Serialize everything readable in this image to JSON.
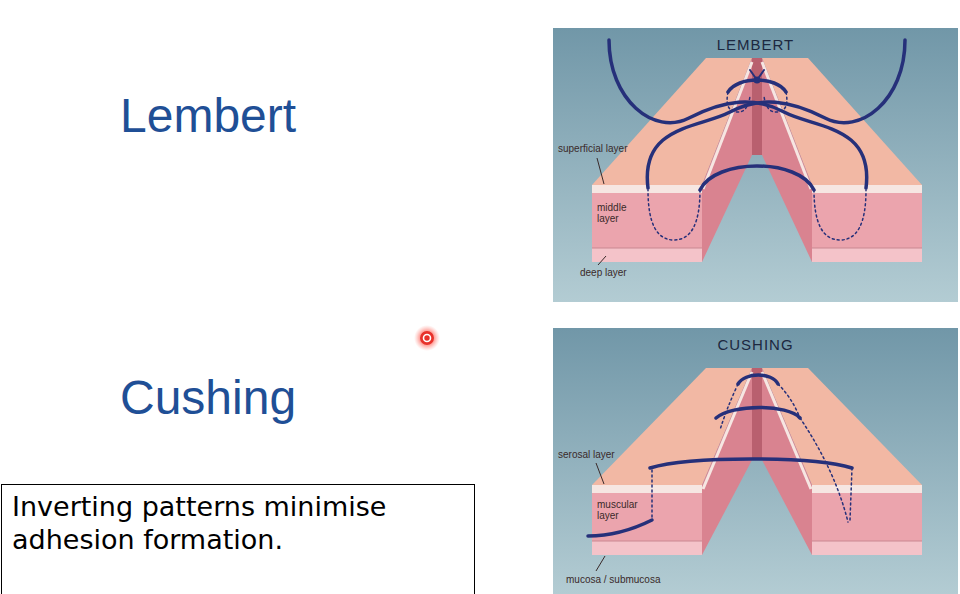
{
  "diagram": {
    "nodes": [
      {
        "text": [
          "LEMBERT"
        ]
      },
      {
        "text": [
          "CUSHING"
        ]
      },
      {
        "text": [
          "Inverting patterns minimise adhesion formation."
        ]
      }
    ],
    "labels": [
      "Lembert",
      "superficial layer",
      "middle layer",
      "deep layer",
      "Cushing",
      "serosal layer",
      "muscular layer",
      "mucosa / submucosa"
    ]
  }
}
